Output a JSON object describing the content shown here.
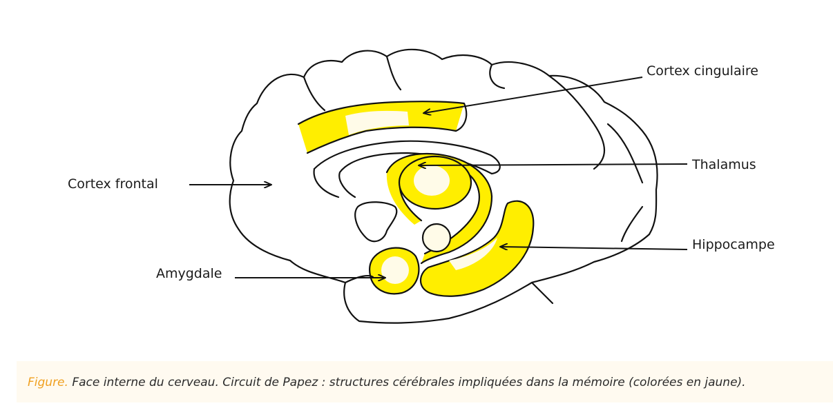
{
  "labels": {
    "cortex_cingulaire": "Cortex cingulaire",
    "thalamus": "Thalamus",
    "cortex_frontal": "Cortex frontal",
    "hippocampe": "Hippocampe",
    "amygdale": "Amygdale"
  },
  "caption": {
    "figure_word": "Figure.",
    "text": " Face interne du cerveau. Circuit de Papez : structures cérébrales impliquées dans la mémoire (colorées en jaune)."
  },
  "colors": {
    "highlight": "#ffee00",
    "highlight_light": "#fffbe8",
    "caption_accent": "#f0a020",
    "caption_background": "#fffaf0"
  }
}
